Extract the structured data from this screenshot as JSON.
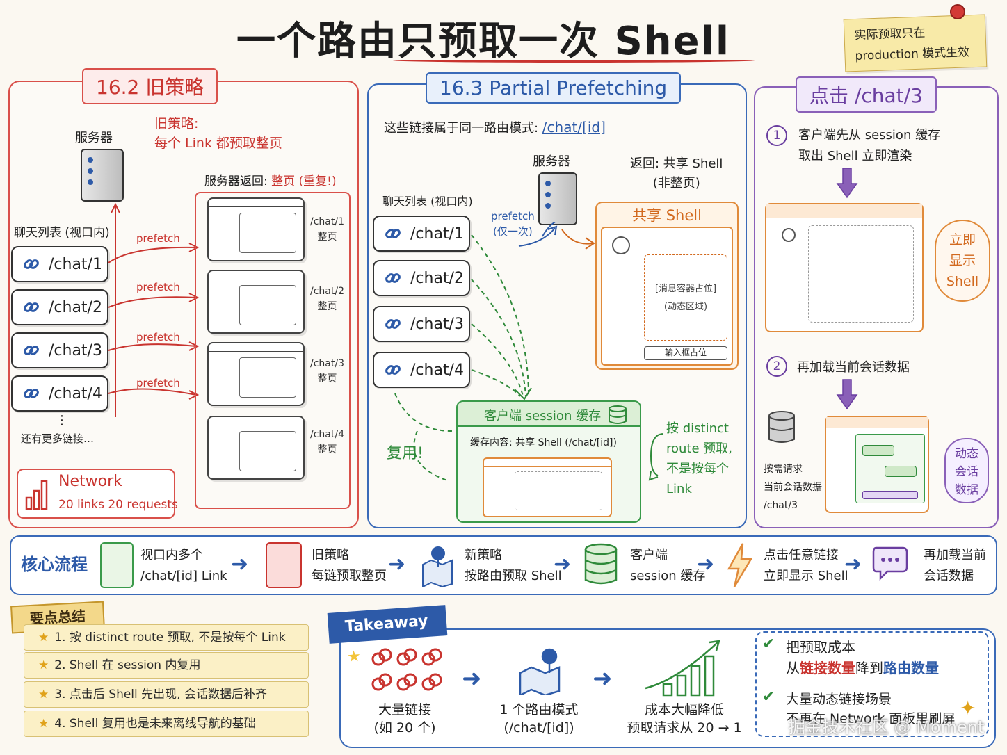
{
  "title": "一个路由只预取一次 Shell",
  "sticky": {
    "line1": "实际预取只在",
    "line2": "production 模式生效"
  },
  "old": {
    "panel_title": "16.2 旧策略",
    "note_line1": "旧策略:",
    "note_line2": "每个 Link 都预取整页",
    "server_label": "服务器",
    "server_return_prefix": "服务器返回: ",
    "server_return_highlight": "整页 (重复!)",
    "list_label": "聊天列表 (视口内)",
    "links": [
      "/chat/1",
      "/chat/2",
      "/chat/3",
      "/chat/4"
    ],
    "prefetch": "prefetch",
    "more_dots": "⋮",
    "more": "还有更多链接…",
    "pages": [
      {
        "route": "/chat/1",
        "kind": "整页"
      },
      {
        "route": "/chat/2",
        "kind": "整页"
      },
      {
        "route": "/chat/3",
        "kind": "整页"
      },
      {
        "route": "/chat/4",
        "kind": "整页"
      }
    ],
    "network_title": "Network",
    "network_stats": "20 links  20 requests"
  },
  "new": {
    "panel_title": "16.3 Partial Prefetching",
    "route_note": "这些链接属于同一路由模式: ",
    "route_pattern": "/chat/[id]",
    "server_label": "服务器",
    "return_line1": "返回: 共享 Shell",
    "return_line2": "(非整页)",
    "list_label": "聊天列表 (视口内)",
    "links": [
      "/chat/1",
      "/chat/2",
      "/chat/3",
      "/chat/4"
    ],
    "prefetch_line1": "prefetch",
    "prefetch_line2": "(仅一次)",
    "shell_title": "共享 Shell",
    "placeholder_line1": "[消息容器占位]",
    "placeholder_line2": "(动态区域)",
    "input_placeholder": "输入框占位",
    "cache_title": "客户端 session 缓存",
    "cache_content": "缓存内容: 共享 Shell (/chat/[id])",
    "reuse": "复用!",
    "distinct": [
      "按 distinct",
      "route 预取,",
      "不是按每个",
      "Link"
    ]
  },
  "click": {
    "panel_title": "点击 /chat/3",
    "step1_num": "1",
    "step1_line1": "客户端先从 session 缓存",
    "step1_line2": "取出 Shell 立即渲染",
    "bubble1": [
      "立即",
      "显示",
      "Shell"
    ],
    "step2_num": "2",
    "step2_text": "再加载当前会话数据",
    "req_line1": "按需请求",
    "req_line2": "当前会话数据",
    "req_line3": "/chat/3",
    "bubble2": [
      "动态",
      "会话",
      "数据"
    ]
  },
  "core": {
    "title": "核心流程",
    "steps": [
      {
        "line1": "视口内多个",
        "line2": "/chat/[id] Link"
      },
      {
        "line1": "旧策略",
        "line2": "每链预取整页"
      },
      {
        "line1": "新策略",
        "line2": "按路由预取 Shell"
      },
      {
        "line1": "客户端",
        "line2": "session 缓存"
      },
      {
        "line1": "点击任意链接",
        "line2": "立即显示 Shell"
      },
      {
        "line1": "再加载当前",
        "line2": "会话数据"
      }
    ],
    "arrow": "➜"
  },
  "summary": {
    "title": "要点总结",
    "items": [
      "1. 按 distinct route 预取, 不是按每个 Link",
      "2. Shell 在 session 内复用",
      "3. 点击后 Shell 先出现, 会话数据后补齐",
      "4. Shell 复用也是未来离线导航的基础"
    ]
  },
  "takeaway": {
    "title": "Takeaway",
    "a_line1": "大量链接",
    "a_line2": "(如 20 个)",
    "b_line1": "1 个路由模式",
    "b_line2": "(/chat/[id])",
    "c_line1": "成本大幅降低",
    "c_line2": "预取请求从 20 → 1",
    "p1_pre": "把预取成本",
    "p1_from": "从",
    "p1_a": "链接数量",
    "p1_mid": "降到",
    "p1_b": "路由数量",
    "p2_line1": "大量动态链接场景",
    "p2_line2": "不再在 Network 面板里刷屏"
  },
  "watermark": "掘金技术社区 @ Moment",
  "colors": {
    "red": "#c9342f",
    "blue": "#2d5aa8",
    "green": "#2f8a3a",
    "purple": "#6a3ea0",
    "orange": "#d2691e"
  }
}
